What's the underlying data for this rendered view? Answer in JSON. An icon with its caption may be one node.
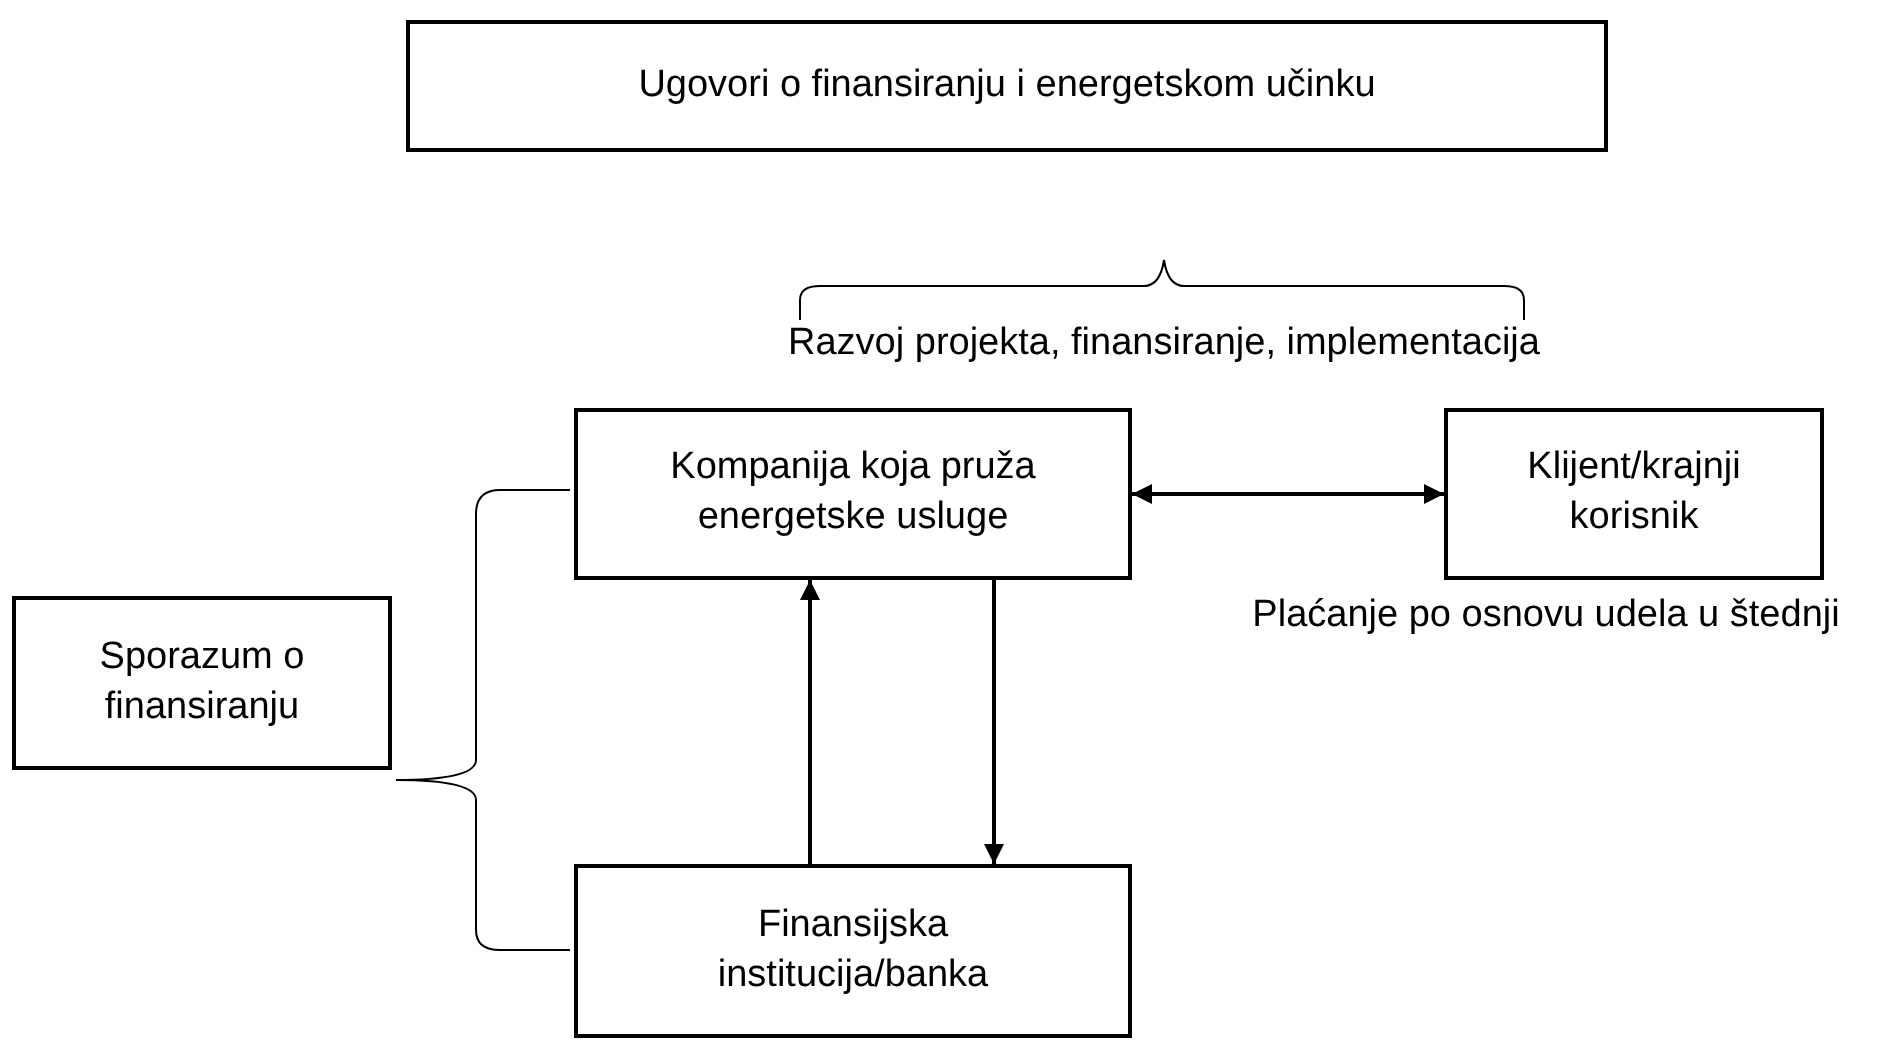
{
  "diagram": {
    "nodes": [
      {
        "text": [
          "Ugovori o finansiranju i energetskom učinku"
        ]
      },
      {
        "text": [
          "Kompanija koja pruža energetske usluge"
        ]
      },
      {
        "text": [
          "Klijent/krajnji korisnik"
        ]
      },
      {
        "text": [
          "Sporazum o finansiranju"
        ]
      },
      {
        "text": [
          "Finansijska institucija/banka"
        ]
      }
    ],
    "edges": [
      {
        "from": 1,
        "to": 2,
        "arrow": "both"
      },
      {
        "from": 4,
        "to": 1,
        "arrow": "to"
      },
      {
        "from": 1,
        "to": 4,
        "arrow": "to"
      }
    ],
    "labels": [
      "Razvoj projekta, finansiranje, implementacija",
      "Plaćanje po osnovu udela u štednji"
    ]
  }
}
